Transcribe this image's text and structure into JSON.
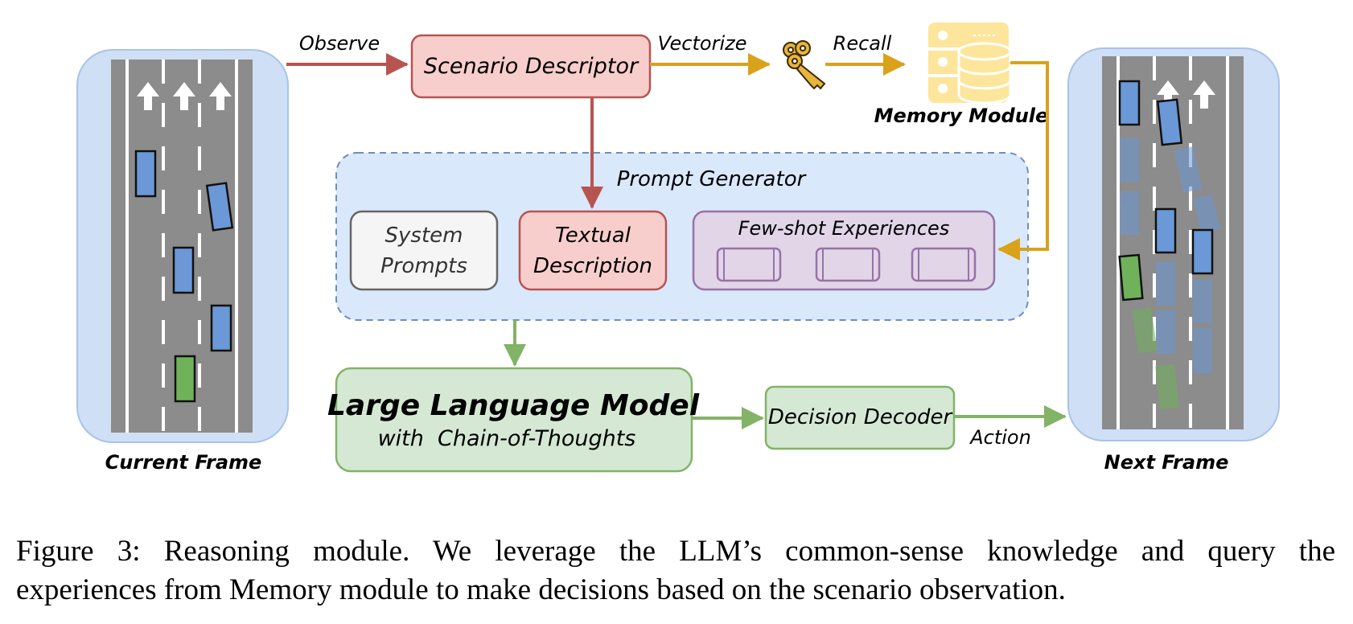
{
  "labels": {
    "observe": "Observe",
    "vectorize": "Vectorize",
    "recall": "Recall",
    "action": "Action",
    "current_frame": "Current Frame",
    "next_frame": "Next Frame",
    "memory_module": "Memory Module",
    "scenario_descriptor": "Scenario Descriptor",
    "prompt_generator": "Prompt Generator",
    "system_prompts_line1": "System",
    "system_prompts_line2": "Prompts",
    "textual_description_line1": "Textual",
    "textual_description_line2": "Description",
    "few_shot_experiences": "Few-shot Experiences",
    "llm_title": "Large Language Model",
    "llm_subtitle": "with  Chain-of-Thoughts",
    "decision_decoder": "Decision Decoder"
  },
  "caption": {
    "line1": "Figure 3: Reasoning module.  We leverage the LLM’s common-sense knowledge and query the",
    "line2": "experiences from Memory module to make decisions based on the scenario observation."
  },
  "colors": {
    "frame_panel": "#cfdff5",
    "road": "#8c8c8c",
    "car_blue": "#6b98d6",
    "car_green": "#6fb25a",
    "red_box": "#f8cecc",
    "red_stroke": "#b85450",
    "green_box": "#d5e8d4",
    "green_stroke": "#82b366",
    "purple_box": "#e1d5e7",
    "purple_stroke": "#9673a6",
    "gold": "#d9a21a",
    "memory_fill": "#fde69b"
  },
  "icons": [
    "key-icon",
    "database-server-icon",
    "up-arrow-icon"
  ]
}
